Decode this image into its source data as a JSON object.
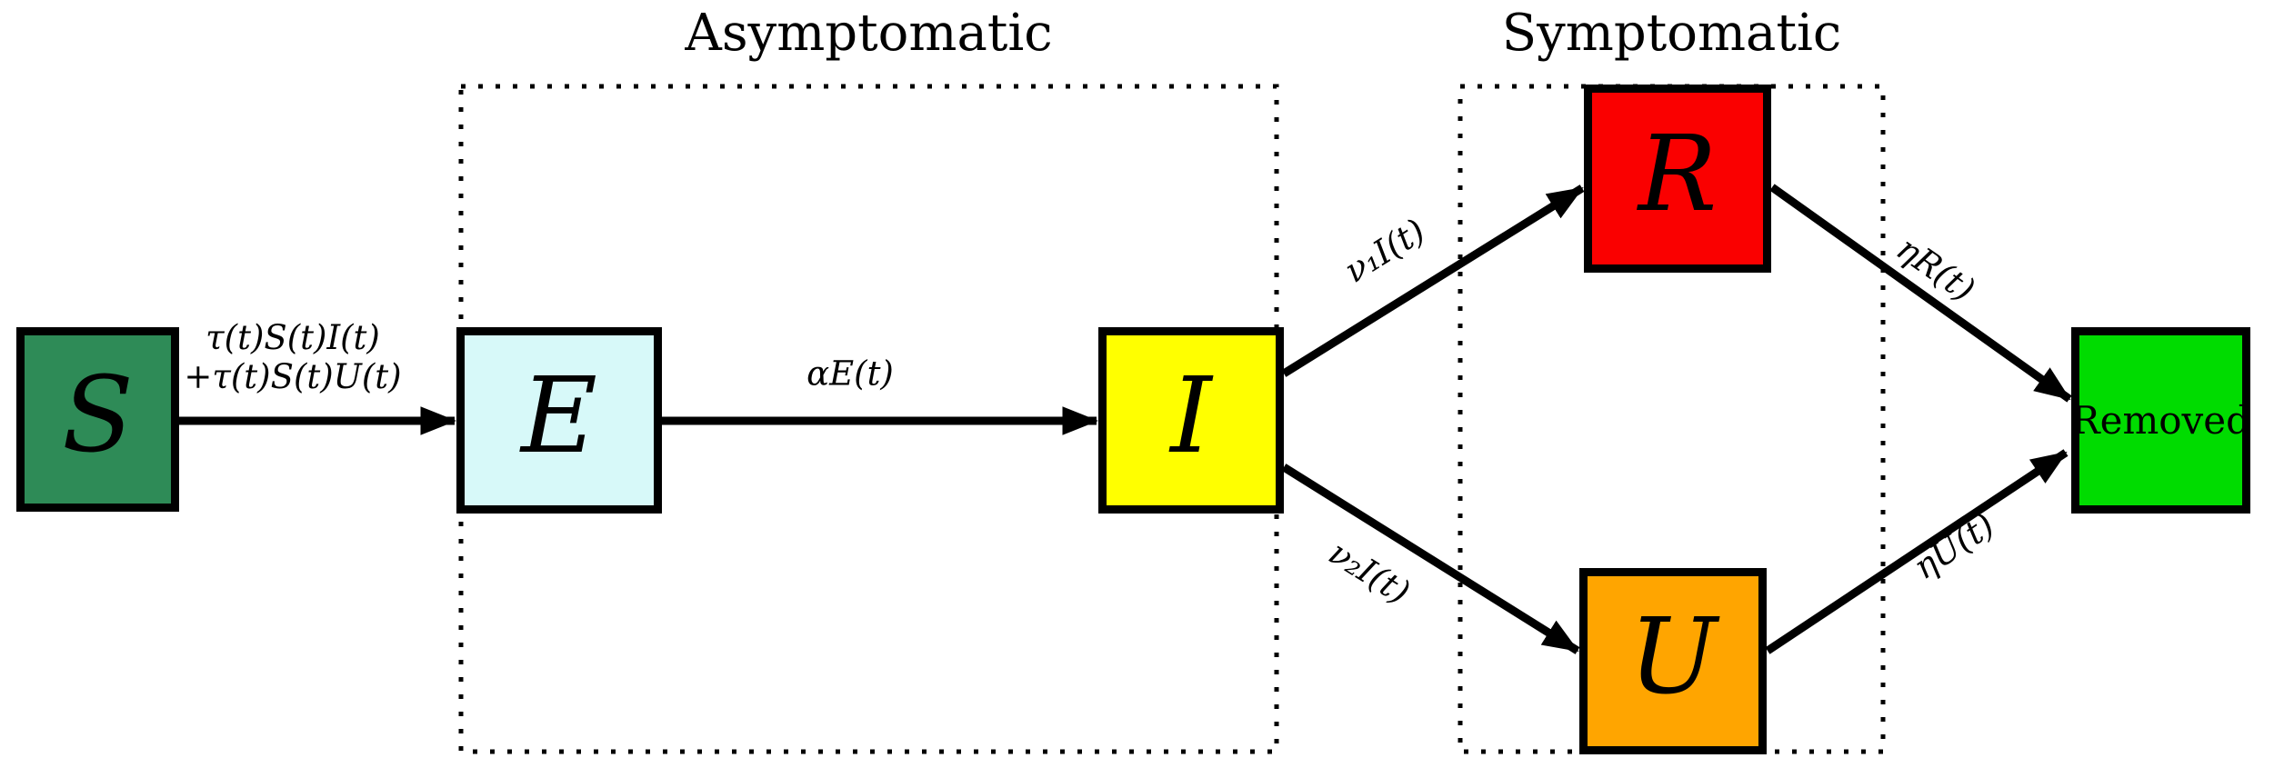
{
  "diagram": {
    "groups": {
      "asymptomatic": {
        "label": "Asymptomatic"
      },
      "symptomatic": {
        "label": "Symptomatic"
      }
    },
    "nodes": {
      "S": {
        "label": "S",
        "color": "#2E8B57"
      },
      "E": {
        "label": "E",
        "color": "#D7F9F9"
      },
      "I": {
        "label": "I",
        "color": "#FFFF00"
      },
      "R": {
        "label": "R",
        "color": "#FA0000"
      },
      "U": {
        "label": "U",
        "color": "#FFA500"
      },
      "Removed": {
        "label": "Removed",
        "color": "#00DC00"
      }
    },
    "edges": {
      "s_to_e": {
        "label_line1": "τ(t)S(t)I(t)",
        "label_line2": "+τ(t)S(t)U(t)"
      },
      "e_to_i": {
        "label": "αE(t)"
      },
      "i_to_r": {
        "label": "ν₁I(t)"
      },
      "i_to_u": {
        "label": "ν₂I(t)"
      },
      "r_to_removed": {
        "label": "ηR(t)"
      },
      "u_to_removed": {
        "label": "ηU(t)"
      }
    },
    "line_color": "#000000"
  }
}
